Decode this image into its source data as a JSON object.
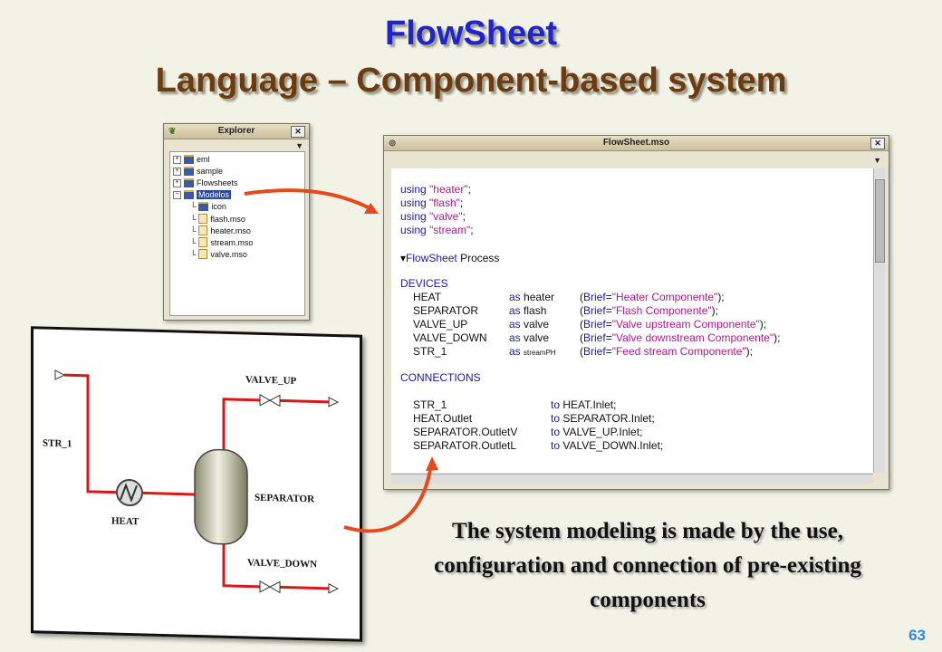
{
  "title_line1": "FlowSheet",
  "title_line2": "Language – Component-based system",
  "explorer": {
    "title": "Explorer",
    "tree": [
      {
        "label": "eml",
        "kind": "folder",
        "expander": "+"
      },
      {
        "label": "sample",
        "kind": "folder",
        "expander": "+"
      },
      {
        "label": "Flowsheets",
        "kind": "folder",
        "expander": "+"
      },
      {
        "label": "Modelos",
        "kind": "folder",
        "expander": "−",
        "selected": true
      },
      {
        "label": "icon",
        "kind": "folder"
      },
      {
        "label": "flash.mso",
        "kind": "file"
      },
      {
        "label": "heater.mso",
        "kind": "file"
      },
      {
        "label": "stream.mso",
        "kind": "file"
      },
      {
        "label": "valve.mso",
        "kind": "file"
      }
    ]
  },
  "editor": {
    "title": "FlowSheet.mso",
    "using": [
      {
        "kw": "using",
        "val": "\"heater\""
      },
      {
        "kw": "using",
        "val": "\"flash\""
      },
      {
        "kw": "using",
        "val": "\"valve\""
      },
      {
        "kw": "using",
        "val": "\"stream\""
      }
    ],
    "flowsheet_kw": "FlowSheet",
    "flowsheet_name": "Process",
    "devices_kw": "DEVICES",
    "devices": [
      {
        "name": "HEAT",
        "type": "heater",
        "brief": "\"Heater Componente\""
      },
      {
        "name": "SEPARATOR",
        "type": "flash",
        "brief": "\"Flash Componente\""
      },
      {
        "name": "VALVE_UP",
        "type": "valve",
        "brief": "\"Valve upstream Componente\""
      },
      {
        "name": "VALVE_DOWN",
        "type": "valve",
        "brief": "\"Valve downstream Componente\""
      },
      {
        "name": "STR_1",
        "type": "streamPH",
        "brief": "\"Feed stream Componente\""
      }
    ],
    "as_kw": "as",
    "brief_kw": "Brief",
    "connections_kw": "CONNECTIONS",
    "connections": [
      {
        "from": "STR_1",
        "to": "HEAT.Inlet"
      },
      {
        "from": "HEAT.Outlet",
        "to": "SEPARATOR.Inlet"
      },
      {
        "from": "SEPARATOR.OutletV",
        "to": "VALVE_UP.Inlet"
      },
      {
        "from": "SEPARATOR.OutletL",
        "to": "VALVE_DOWN.Inlet"
      }
    ],
    "to_kw": "to"
  },
  "diagram": {
    "labels": {
      "str1": "STR_1",
      "heat": "HEAT",
      "separator": "SEPARATOR",
      "valve_up": "VALVE_UP",
      "valve_down": "VALVE_DOWN"
    }
  },
  "caption": "The system modeling is made by the use, configuration and connection of pre-existing components",
  "page_number": "63",
  "colors": {
    "title_blue": "#1f25c8",
    "title_brown": "#6e3b10",
    "arrow": "#e64a1a",
    "pipe": "#d81818"
  }
}
